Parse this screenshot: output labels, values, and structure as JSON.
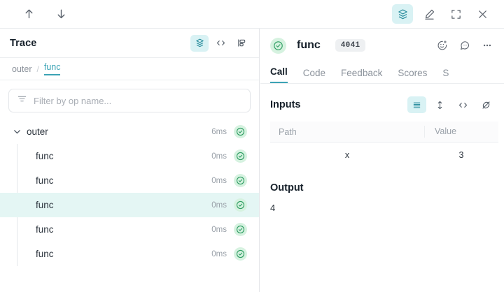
{
  "topbar": {
    "nav_up": "nav-up",
    "nav_down": "nav-down",
    "actions": [
      {
        "name": "trace-view-icon",
        "label": "Trace view",
        "active": true
      },
      {
        "name": "annotate-icon",
        "label": "Annotate",
        "active": false
      },
      {
        "name": "fullscreen-icon",
        "label": "Fullscreen",
        "active": false
      },
      {
        "name": "close-icon",
        "label": "Close",
        "active": false
      }
    ]
  },
  "trace_panel": {
    "title": "Trace",
    "header_icons": [
      {
        "name": "trace-tree-icon",
        "label": "Trace",
        "active": true
      },
      {
        "name": "code-icon",
        "label": "Code",
        "active": false
      },
      {
        "name": "flame-graph-icon",
        "label": "Flame graph",
        "active": false
      }
    ],
    "breadcrumb": [
      {
        "label": "outer",
        "active": false
      },
      {
        "label": "func",
        "active": true
      }
    ],
    "breadcrumb_separator": "/",
    "filter": {
      "placeholder": "Filter by op name...",
      "value": ""
    },
    "tree": [
      {
        "label": "outer",
        "duration": "6ms",
        "status": "success",
        "depth": 0,
        "expanded": true,
        "selected": false
      },
      {
        "label": "func",
        "duration": "0ms",
        "status": "success",
        "depth": 1,
        "expanded": false,
        "selected": false
      },
      {
        "label": "func",
        "duration": "0ms",
        "status": "success",
        "depth": 1,
        "expanded": false,
        "selected": false
      },
      {
        "label": "func",
        "duration": "0ms",
        "status": "success",
        "depth": 1,
        "expanded": false,
        "selected": true
      },
      {
        "label": "func",
        "duration": "0ms",
        "status": "success",
        "depth": 1,
        "expanded": false,
        "selected": false
      },
      {
        "label": "func",
        "duration": "0ms",
        "status": "success",
        "depth": 1,
        "expanded": false,
        "selected": false
      }
    ]
  },
  "call_panel": {
    "status": "success",
    "title": "func",
    "badge": "4041",
    "actions": [
      {
        "name": "add-reaction-icon",
        "label": "Add reaction"
      },
      {
        "name": "comment-icon",
        "label": "Comment"
      },
      {
        "name": "more-options-icon",
        "label": "More options"
      }
    ],
    "tabs": [
      {
        "label": "Call",
        "active": true
      },
      {
        "label": "Code",
        "active": false
      },
      {
        "label": "Feedback",
        "active": false
      },
      {
        "label": "Scores",
        "active": false
      },
      {
        "label": "S",
        "active": false
      }
    ],
    "inputs": {
      "title": "Inputs",
      "view_icons": [
        {
          "name": "list-view-icon",
          "label": "List view",
          "active": true
        },
        {
          "name": "expand-rows-icon",
          "label": "Expand rows",
          "active": false
        },
        {
          "name": "code-view-icon",
          "label": "Code view",
          "active": false
        },
        {
          "name": "hide-empty-icon",
          "label": "Hide",
          "active": false
        }
      ],
      "columns": [
        "Path",
        "Value"
      ],
      "rows": [
        {
          "path": "x",
          "value": "3"
        }
      ]
    },
    "output": {
      "title": "Output",
      "value": "4"
    }
  },
  "colors": {
    "accent": "#3ba3b5",
    "accent_bg": "#d9f2f4",
    "selected_row": "#e4f6f4",
    "success": "#2f9e63",
    "success_bg": "#d6f2e0",
    "text": "#16202a",
    "muted": "#8b929b",
    "border": "#eceef0"
  }
}
